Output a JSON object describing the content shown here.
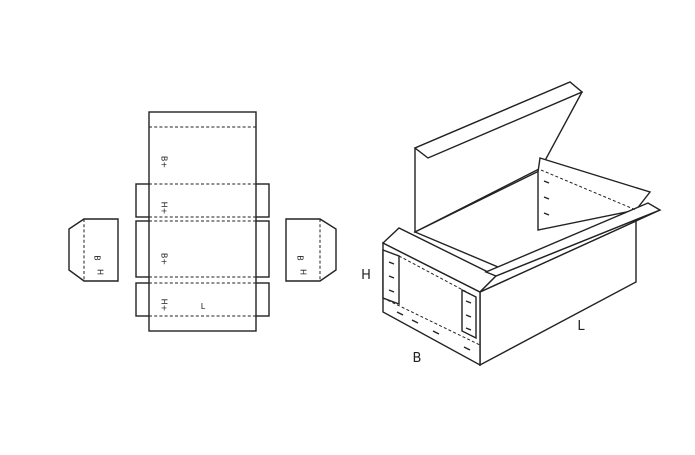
{
  "flat_pattern": {
    "labels": {
      "b_plus_top": "B+",
      "h_plus_upper": "H+",
      "b_plus_mid": "B+",
      "h_plus_lower": "H+",
      "l_bottom": "L",
      "left_flap_b": "B",
      "left_flap_h": "H",
      "right_flap_b": "B",
      "right_flap_h": "H"
    }
  },
  "box_3d": {
    "labels": {
      "height": "H",
      "width": "B",
      "length": "L"
    }
  }
}
